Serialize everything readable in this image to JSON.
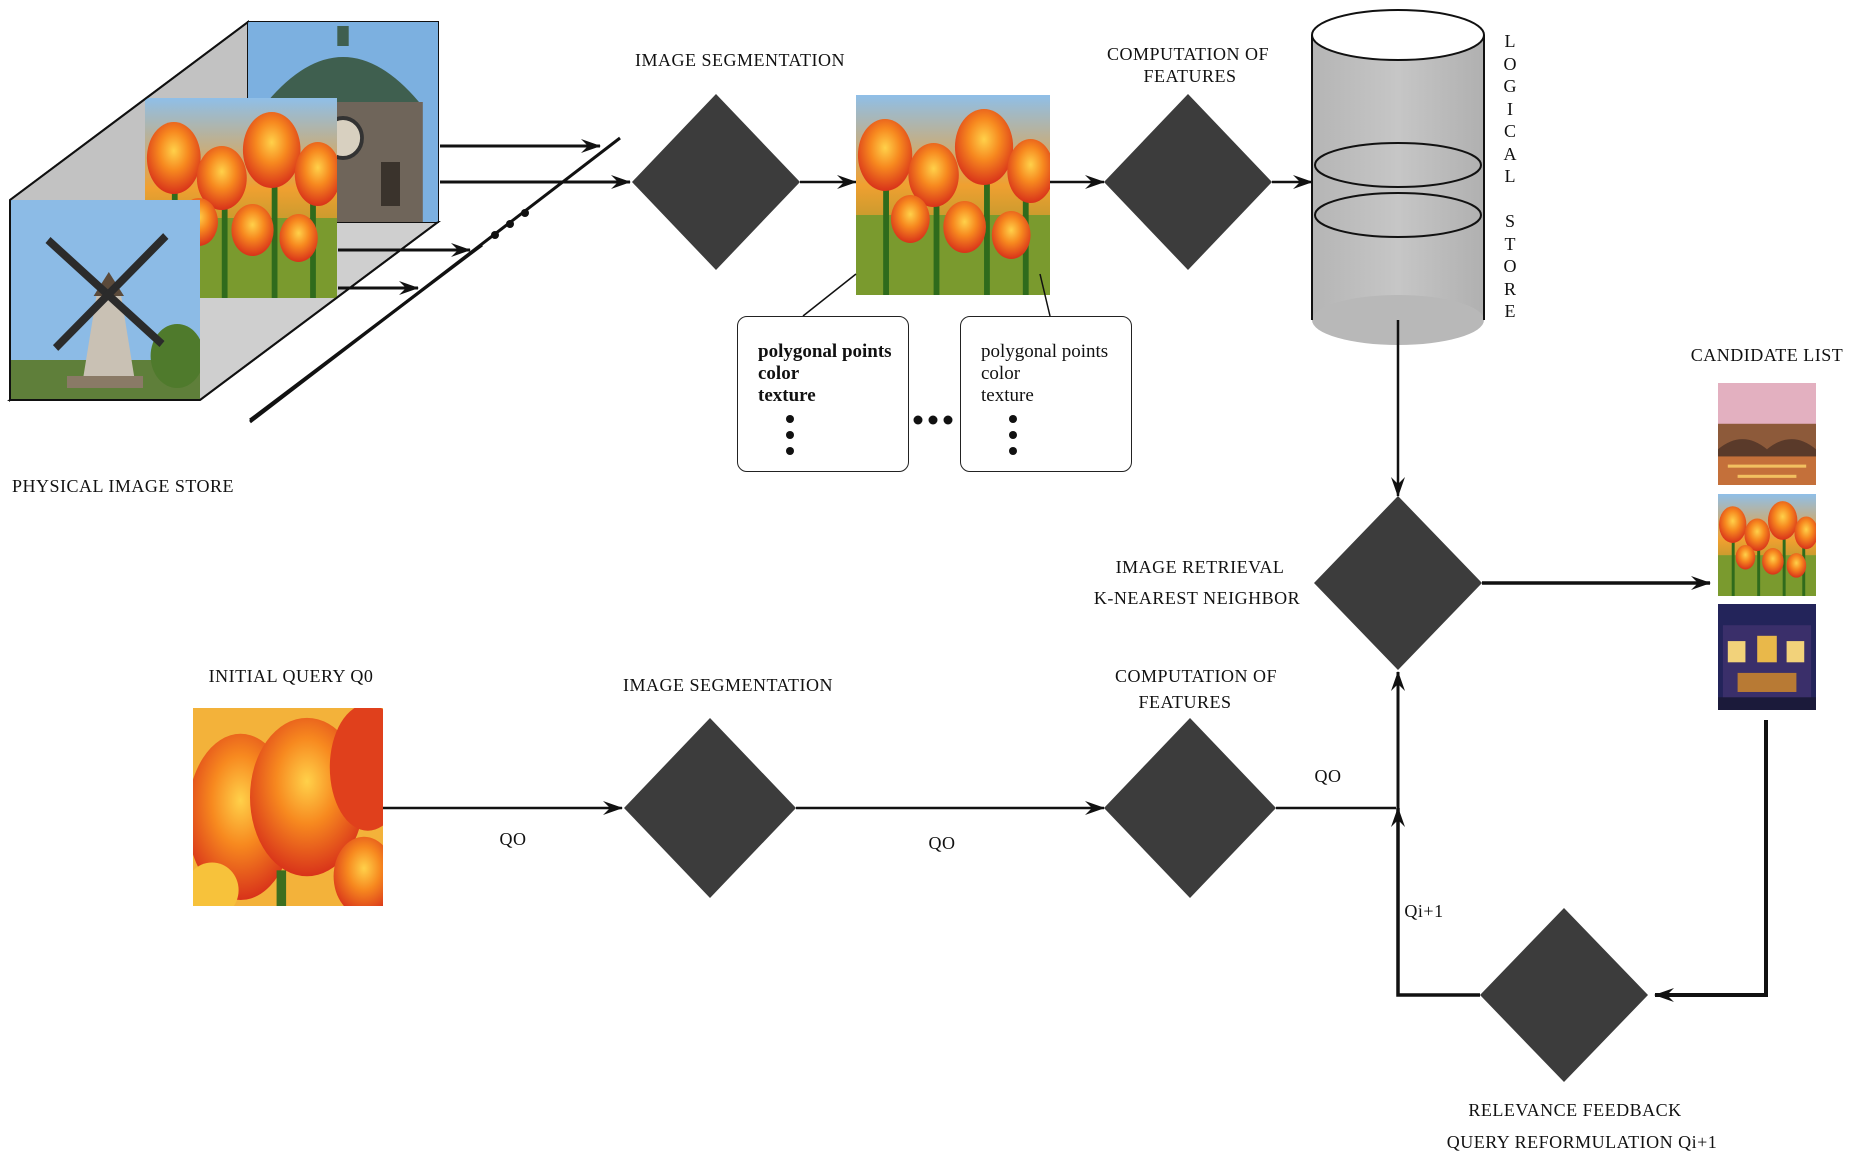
{
  "labels": {
    "physical_store": "PHYSICAL IMAGE STORE",
    "seg_top": "IMAGE SEGMENTATION",
    "features_top_1": "COMPUTATION OF",
    "features_top_2": "FEATURES",
    "logical_store": "LOGICAL STORE",
    "candidate_list": "CANDIDATE LIST",
    "retrieval_1": "IMAGE RETRIEVAL",
    "retrieval_2": "K-NEAREST NEIGHBOR",
    "initial_query": "INITIAL QUERY Q0",
    "seg_bottom": "IMAGE SEGMENTATION",
    "features_bottom_1": "COMPUTATION OF",
    "features_bottom_2": "FEATURES",
    "feedback_1": "RELEVANCE FEEDBACK",
    "feedback_2": "QUERY REFORMULATION Qi+1",
    "q0_a": "QO",
    "q0_b": "QO",
    "q0_c": "QO",
    "qi1": "Qi+1"
  },
  "feature_boxes": [
    {
      "lines": [
        "polygonal points",
        "color",
        "texture"
      ],
      "bold": true
    },
    {
      "lines": [
        "polygonal points",
        "color",
        "texture"
      ],
      "bold": false
    }
  ],
  "colors": {
    "diamond": "#3c3c3c",
    "cylinder": "#bfbfbf",
    "store_panel": "#c4c4c4",
    "line": "#111111",
    "tulip_red": "#e8401a",
    "tulip_orange": "#f58a1f",
    "tulip_yellow": "#f7c23b",
    "stem_green": "#2f6b1c",
    "sky_blue": "#7fb3e0"
  },
  "icons": {
    "process": "diamond-shape",
    "store": "cylinder-shape",
    "image": "photo-thumbnail"
  }
}
